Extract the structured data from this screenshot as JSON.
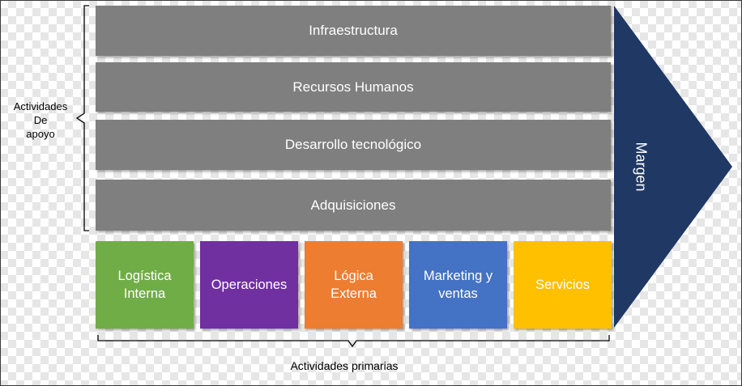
{
  "support": {
    "label_lines": [
      "Actividades",
      "De",
      "apoyo"
    ],
    "bars": [
      "Infraestructura",
      "Recursos Humanos",
      "Desarrollo tecnológico",
      "Adquisiciones"
    ]
  },
  "primary": {
    "label": "Actividades primarias",
    "boxes": [
      {
        "lines": [
          "Logística",
          "Interna"
        ],
        "color": "#70ad47"
      },
      {
        "lines": [
          "Operaciones"
        ],
        "color": "#7030a0"
      },
      {
        "lines": [
          "Lógica",
          "Externa"
        ],
        "color": "#ed7d31"
      },
      {
        "lines": [
          "Marketing y",
          "ventas"
        ],
        "color": "#4472c4"
      },
      {
        "lines": [
          "Servicios"
        ],
        "color": "#ffc000"
      }
    ]
  },
  "margin": {
    "label": "Margen",
    "color": "#1f3864"
  }
}
